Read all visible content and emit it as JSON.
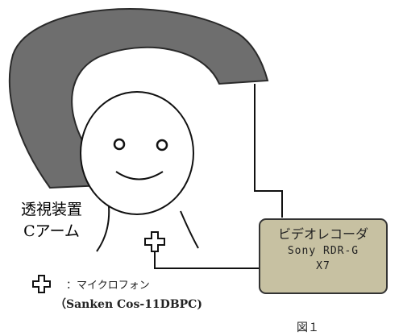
{
  "device_label": {
    "line1": "透視装置",
    "line2": "Cアーム"
  },
  "recorder": {
    "title": "ビデオレコーダ",
    "model_line1": "Sony RDR-G",
    "model_line2": "X7"
  },
  "legend": {
    "symbol": "microphone-cross-icon",
    "description": "：マイクロフォン",
    "model": "（Sanken Cos-11DBPC)"
  },
  "figure_caption": "図１",
  "colors": {
    "c_arm_fill": "#6e6e6e",
    "c_arm_stroke": "#2a2a2a",
    "recorder_fill": "#c7c1a2",
    "recorder_stroke": "#333333",
    "line": "#111111"
  }
}
